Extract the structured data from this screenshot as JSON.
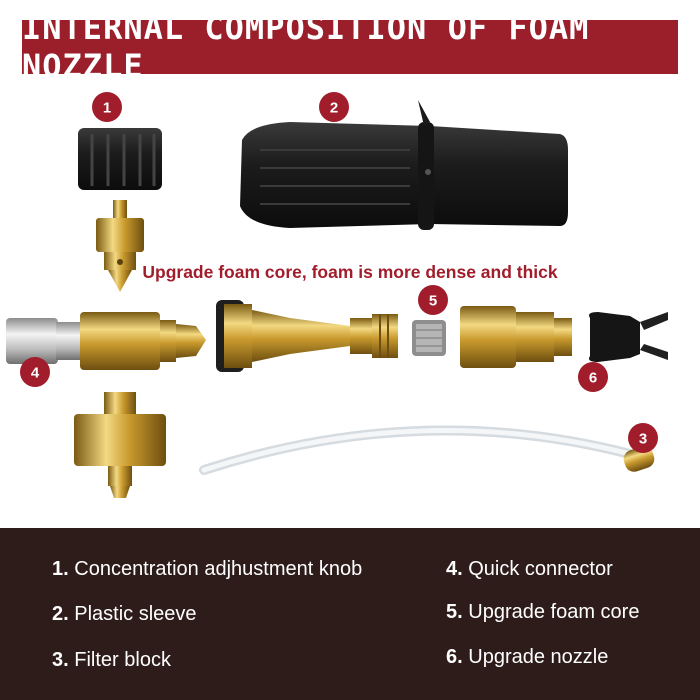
{
  "header": {
    "title": "INTERNAL COMPOSITION OF FOAM NOZZLE",
    "accent_color": "#9a1f2b"
  },
  "subtitle": "Upgrade foam core, foam is more dense and thick",
  "badges": [
    "1",
    "2",
    "3",
    "4",
    "5",
    "6"
  ],
  "legend": {
    "background_color": "#2e1c1b",
    "items": [
      {
        "num": "1.",
        "label": "Concentration adjhustment knob"
      },
      {
        "num": "2.",
        "label": "Plastic sleeve"
      },
      {
        "num": "3.",
        "label": "Filter block"
      },
      {
        "num": "4.",
        "label": "Quick connector"
      },
      {
        "num": "5.",
        "label": "Upgrade foam core"
      },
      {
        "num": "6.",
        "label": "Upgrade nozzle"
      }
    ]
  }
}
